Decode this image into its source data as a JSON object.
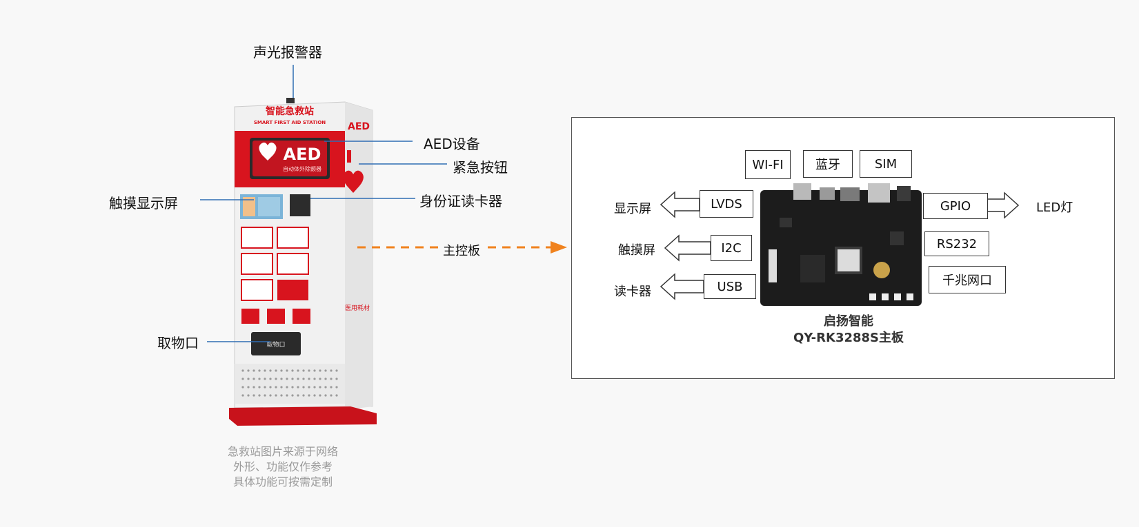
{
  "station": {
    "top_title": "智能急救站",
    "top_subtitle": "SMART FIRST AID STATION",
    "aed_big": "AED",
    "aed_sub": "自动体外除颤器",
    "side_aed": "AED",
    "pickup_slot": "取物口",
    "side_text": "医用耗材"
  },
  "callouts": {
    "alarm": "声光报警器",
    "aed_device": "AED设备",
    "emergency_button": "紧急按钮",
    "touch_display": "触摸显示屏",
    "id_reader": "身份证读卡器",
    "main_board": "主控板",
    "pickup": "取物口"
  },
  "note": {
    "line1": "急救站图片来源于网络",
    "line2": "外形、功能仅作参考",
    "line3": "具体功能可按需定制"
  },
  "board": {
    "top_boxes": [
      "WI-FI",
      "蓝牙",
      "SIM"
    ],
    "left": [
      {
        "label": "显示屏",
        "box": "LVDS"
      },
      {
        "label": "触摸屏",
        "box": "I2C"
      },
      {
        "label": "读卡器",
        "box": "USB"
      }
    ],
    "gpio": "GPIO",
    "led": "LED灯",
    "rs232": "RS232",
    "ethernet": "千兆网口",
    "caption1": "启扬智能",
    "caption2": "QY-RK3288S主板"
  },
  "colors": {
    "red": "#d8141e",
    "blue_line": "#2f6db3",
    "orange_arrow": "#f0821e"
  }
}
